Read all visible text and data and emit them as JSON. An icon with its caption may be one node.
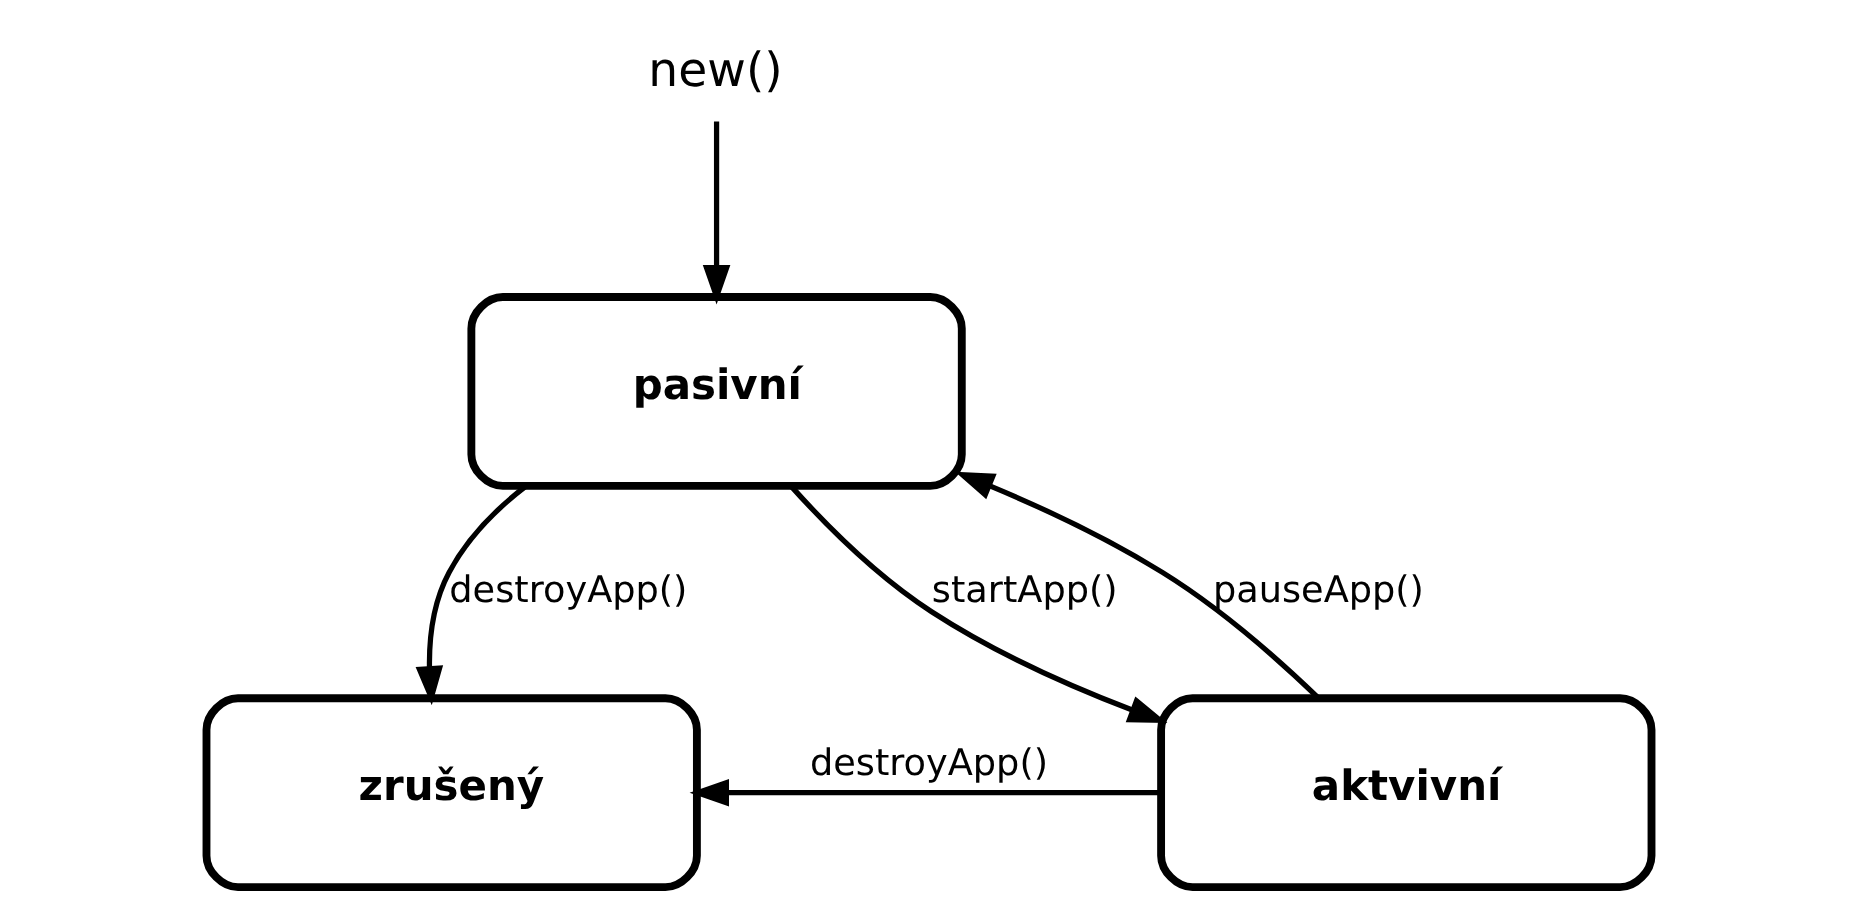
{
  "diagram": {
    "nodes": [
      {
        "text": [
          "new()"
        ]
      },
      {
        "text": [
          "pasivní"
        ]
      },
      {
        "text": [
          "zrušený"
        ]
      },
      {
        "text": [
          "aktvivní"
        ]
      }
    ],
    "edges": [
      {
        "from": 0,
        "to": 1,
        "arrow": "to"
      },
      {
        "from": 1,
        "to": 3,
        "arrow": "to",
        "label": "startApp()"
      },
      {
        "from": 3,
        "to": 1,
        "arrow": "to",
        "label": "pauseApp()"
      },
      {
        "from": 1,
        "to": 2,
        "arrow": "to",
        "label": "destroyApp()"
      },
      {
        "from": 3,
        "to": 2,
        "arrow": "to",
        "label": "destroyApp()"
      }
    ]
  }
}
